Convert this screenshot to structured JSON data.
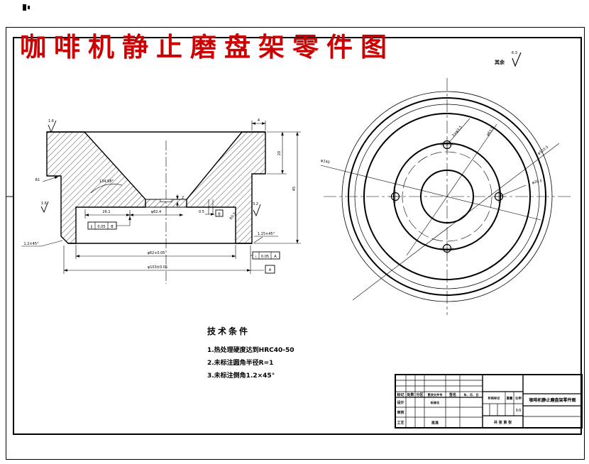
{
  "drawing_title": "咖啡机静止磨盘架零件图",
  "general_roughness": {
    "prefix": "其余",
    "value": "6.3"
  },
  "section_view": {
    "dims": {
      "top_roughness": "1.6",
      "flange_width": "4",
      "flange_height": "20",
      "total_height": "45",
      "cone_angle": "134.68°",
      "fillet": "R1",
      "left_roughness": "1.6",
      "floor_left": "26.1",
      "floor_width": "φ62.4",
      "step": "0.5",
      "recess_depth": "2",
      "corner_radius": "R0.5",
      "right_roughness": "3.2",
      "chamfer_right": "1.15×45°",
      "chamfer_left": "1.2×45°",
      "bore_dia": "φ82+0.05",
      "outer_dia": "φ103±0.05",
      "datum_a": "A",
      "datum_b": "B"
    },
    "parallelism": {
      "symbol": "∥",
      "value": "0.05",
      "datum": "B"
    },
    "perpendicularity": {
      "symbol": "⊥",
      "value": "0.05",
      "datum": "A"
    }
  },
  "front_view": {
    "labels": {
      "holes": "3×φ3.5",
      "bolt_circle": "φ63.5",
      "outer_dia": "φ103.5",
      "hole_dia": "φ28.5",
      "left_dia": "φ140"
    }
  },
  "tech_notes": {
    "heading": "技术条件",
    "items": [
      "1.热处理硬度达到HRC40-50",
      "2.未标注圆角半径R=1",
      "3.未标注倒角1.2×45°"
    ]
  },
  "title_block": {
    "revision_headers": [
      "标记",
      "处数",
      "分区",
      "更改文件号",
      "签名",
      "年、月、日"
    ],
    "roles": {
      "design": "设计",
      "check": "审核",
      "process": "工艺",
      "standardization": "标准化",
      "approve": "批准"
    },
    "stage_label": "阶段标记",
    "weight_label": "重量",
    "scale_label": "比例",
    "scale_value": "1:1",
    "sheet_note": "共  张  第  张",
    "part_name": "咖啡机静止磨盘架零件图"
  },
  "colors": {
    "accent": "#cc0000",
    "line": "#000000",
    "background": "#ffffff"
  }
}
